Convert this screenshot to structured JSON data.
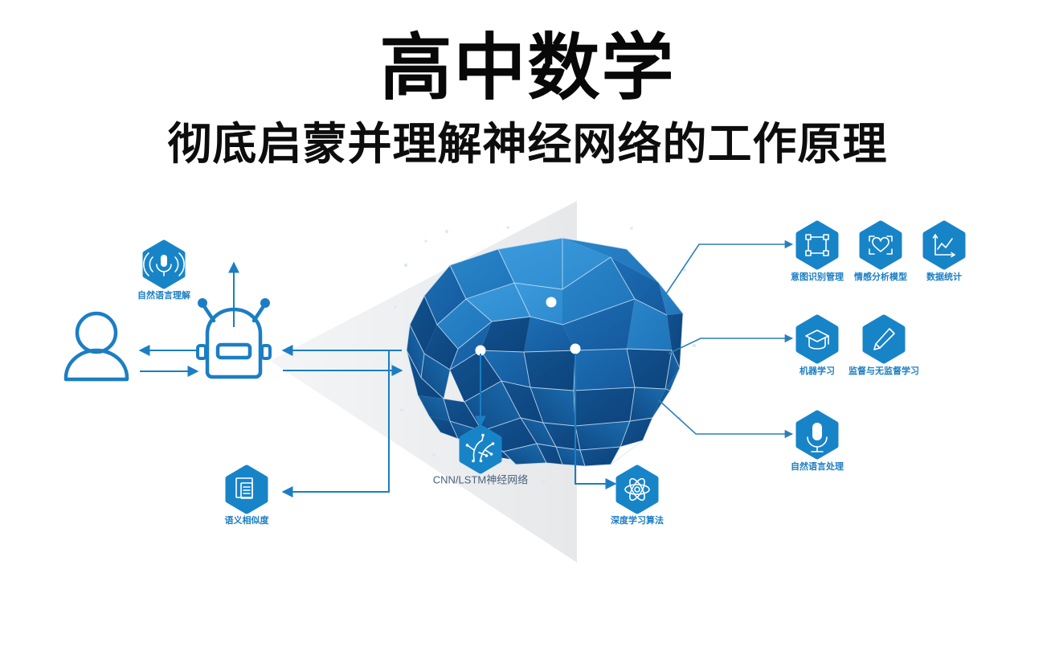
{
  "header": {
    "title": "高中数学",
    "subtitle": "彻底启蒙并理解神经网络的工作原理"
  },
  "colors": {
    "brand_blue": "#1884c8",
    "label_blue": "#1b7ec4",
    "connector_blue": "#2b7fb8",
    "brain_light": "#2f91d4",
    "brain_mid": "#1d6fb5",
    "brain_dark": "#0f4a86",
    "backdrop_gray": "#ebecee",
    "mesh_line": "#cfe4f5",
    "title_black": "#080808",
    "subtitle_gray": "#49617a"
  },
  "diagram": {
    "actors": {
      "user": {
        "icon": "user-person-icon",
        "label": ""
      },
      "robot": {
        "icon": "robot-head-icon",
        "label": ""
      },
      "brain": {
        "icon": "low-poly-brain",
        "label": ""
      }
    },
    "input_nodes": [
      {
        "id": "nlu",
        "icon": "microphone-waves-icon",
        "label": "自然语言理解"
      }
    ],
    "bottom_nodes": [
      {
        "id": "semantic-similarity",
        "icon": "documents-stack-icon",
        "label": "语义相似度"
      },
      {
        "id": "cnn-lstm",
        "icon": "neural-network-icon",
        "label": "CNN/LSTM神经网络"
      },
      {
        "id": "deep-learning",
        "icon": "atom-icon",
        "label": "深度学习算法"
      }
    ],
    "output_rows": [
      {
        "row": 1,
        "nodes": [
          {
            "id": "intent-recognition",
            "icon": "node-graph-icon",
            "label": "意图识别管理"
          },
          {
            "id": "sentiment-model",
            "icon": "heart-scan-icon",
            "label": "情感分析模型"
          },
          {
            "id": "data-statistics",
            "icon": "line-chart-icon",
            "label": "数据统计"
          }
        ]
      },
      {
        "row": 2,
        "nodes": [
          {
            "id": "machine-learning",
            "icon": "graduation-cap-icon",
            "label": "机器学习"
          },
          {
            "id": "supervised-unsupervised",
            "icon": "pencil-icon",
            "label": "监督与无监督学习"
          }
        ]
      },
      {
        "row": 3,
        "nodes": [
          {
            "id": "nlp",
            "icon": "microphone-icon",
            "label": "自然语言处理"
          }
        ]
      }
    ]
  }
}
